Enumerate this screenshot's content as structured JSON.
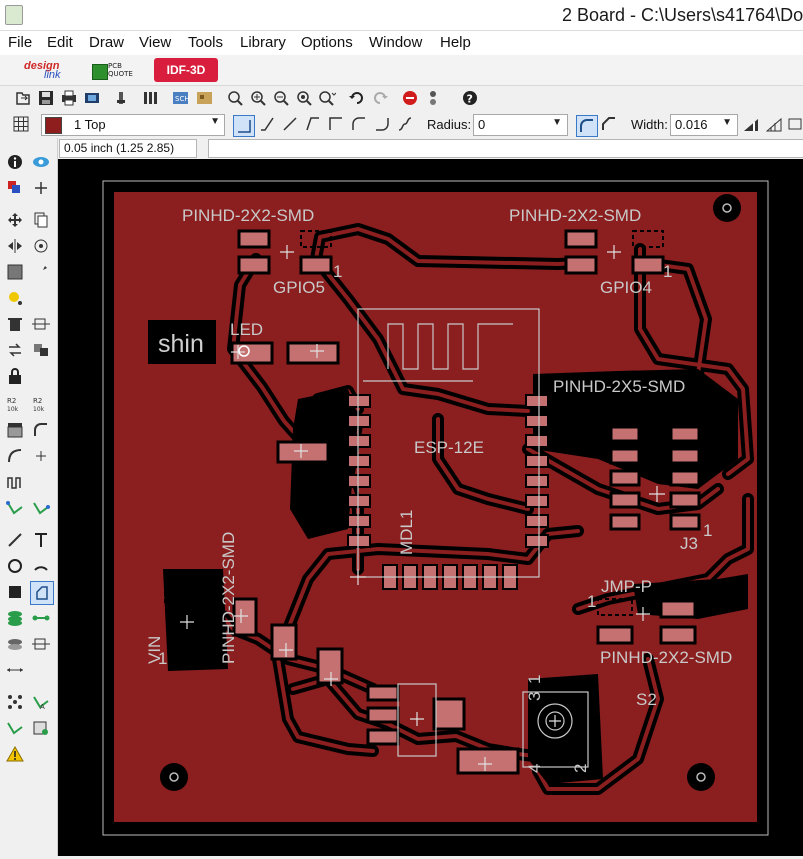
{
  "window": {
    "title": "2 Board - C:\\Users\\s41764\\Do"
  },
  "menu": [
    "File",
    "Edit",
    "Draw",
    "View",
    "Tools",
    "Library",
    "Options",
    "Window",
    "Help"
  ],
  "plugins": {
    "designlink_a": "design",
    "designlink_b": "link",
    "pcbquote_top": "PCB",
    "pcbquote_bottom": "QUOTE",
    "idf": "IDF-3D"
  },
  "toolbar": {
    "layer": "1 Top",
    "layer_color": "#8e1d1d",
    "radius_label": "Radius:",
    "radius_value": "0",
    "width_label": "Width:",
    "width_value": "0.016"
  },
  "command": {
    "coordinates": "0.05 inch (1.25 2.85)",
    "input": ""
  },
  "colors": {
    "board": "#8b1e1e",
    "copper_outline": "#000000",
    "silk": "#c9c9c9",
    "pad": "#c57171",
    "background": "#000000"
  },
  "board_labels": {
    "pinhd_tl": "PINHD-2X2-SMD",
    "gpio5": "GPIO5",
    "pin1_a": "1",
    "pinhd_tr": "PINHD-2X2-SMD",
    "gpio4": "GPIO4",
    "pin1_b": "1",
    "shin": "shin",
    "led": "LED",
    "esp": "ESP-12E",
    "mdl1": "MDL1",
    "pinhd_2x5": "PINHD-2X5-SMD",
    "j3": "J3",
    "pin1_c": "1",
    "jmp": "JMP-P",
    "pin1_d": "1",
    "pinhd_br": "PINHD-2X2-SMD",
    "pinhd_vert": "PINHD-2X2-SMD",
    "vin": "VIN",
    "pin1_e": "1",
    "s2": "S2",
    "sw_1": "1",
    "sw_3": "3",
    "sw_4": "4",
    "sw_2": "2"
  }
}
